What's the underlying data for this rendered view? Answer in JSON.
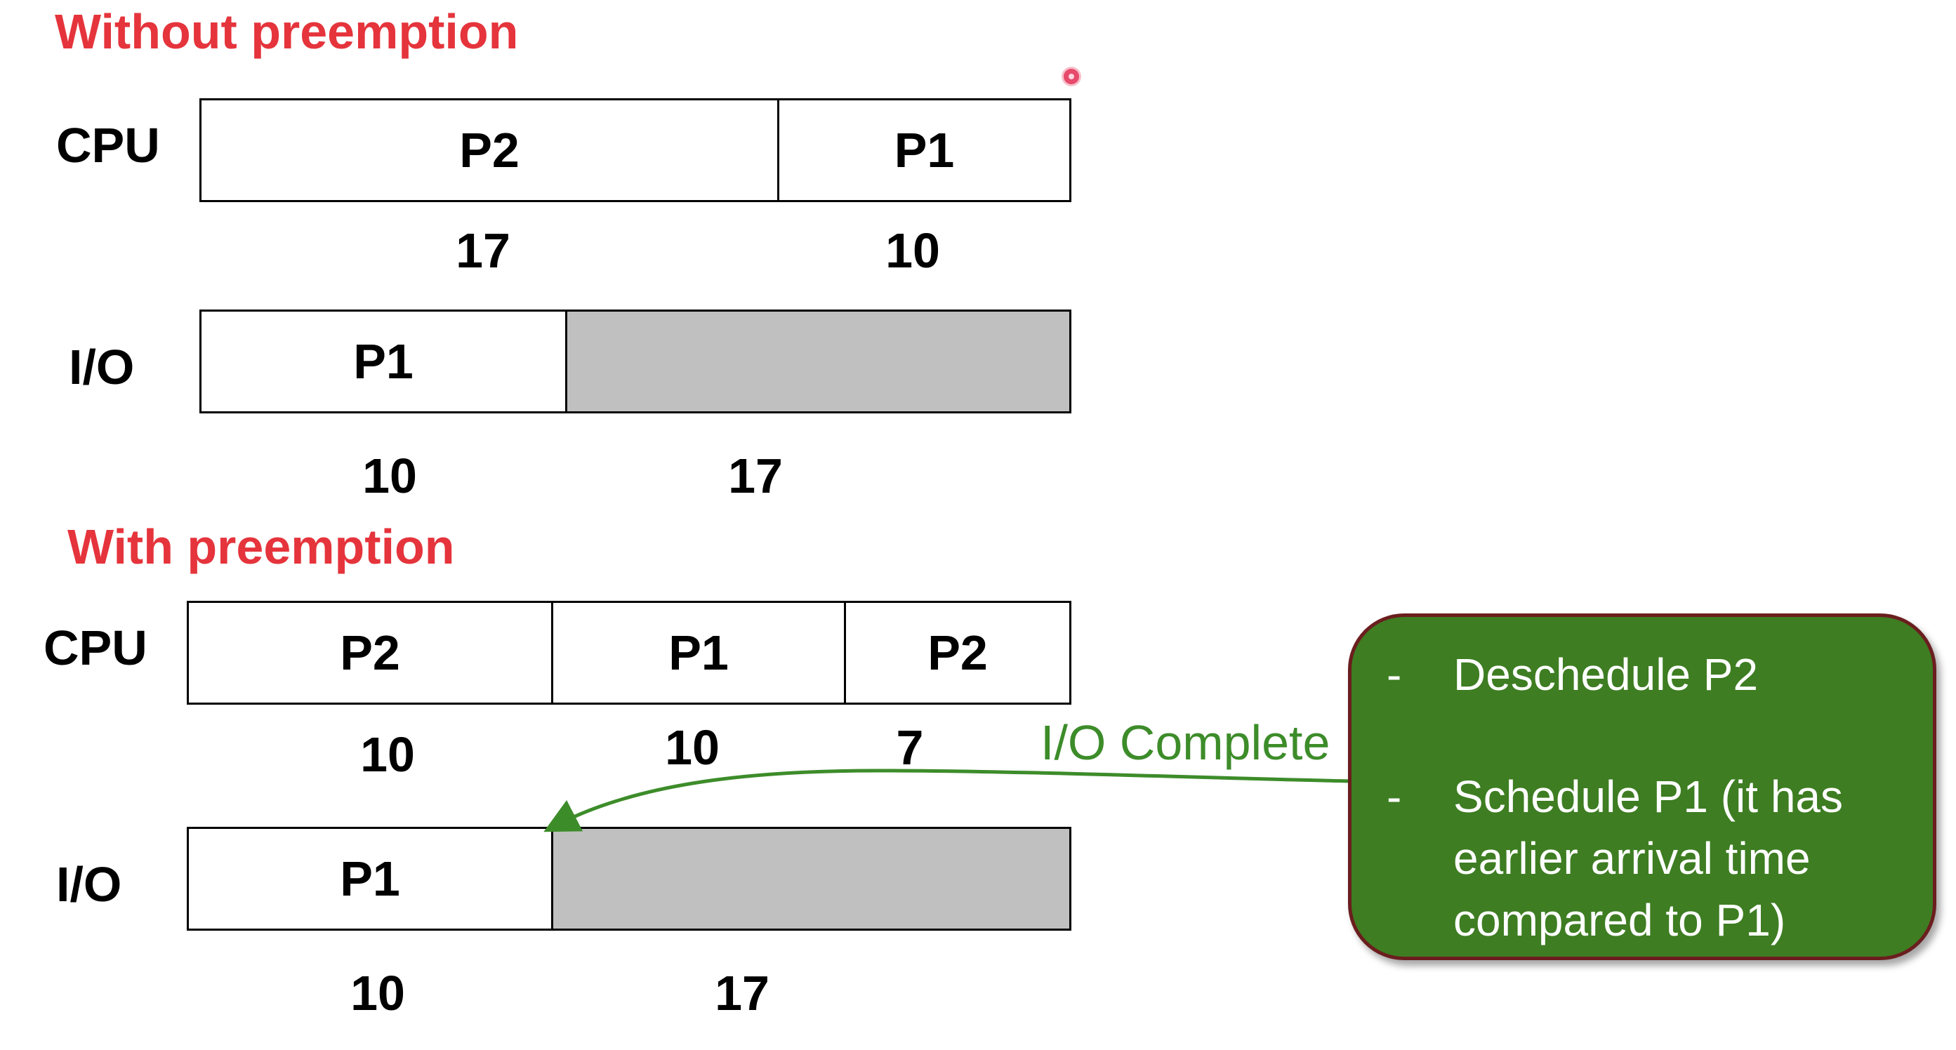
{
  "without": {
    "heading": "Without preemption",
    "cpu": {
      "label": "CPU",
      "segments": [
        "P2",
        "P1"
      ],
      "durations": [
        "17",
        "10"
      ]
    },
    "io": {
      "label": "I/O",
      "segments": [
        "P1",
        ""
      ],
      "durations": [
        "10",
        "17"
      ]
    }
  },
  "with": {
    "heading": "With preemption",
    "cpu": {
      "label": "CPU",
      "segments": [
        "P2",
        "P1",
        "P2"
      ],
      "durations": [
        "10",
        "10",
        "7"
      ]
    },
    "io": {
      "label": "I/O",
      "segments": [
        "P1",
        ""
      ],
      "durations": [
        "10",
        "17"
      ]
    }
  },
  "annotation": {
    "event_label": "I/O Complete",
    "arrow_color": "#3d8c2a",
    "callout": {
      "bullets": [
        {
          "marker": "-",
          "text": "Deschedule P2"
        },
        {
          "marker": "-",
          "text": "Schedule P1 (it has earlier arrival time compared to P1)"
        }
      ],
      "background": "#3e7d22",
      "border": "#6b1e1e"
    }
  },
  "colors": {
    "heading": "#e5343c",
    "idle_fill": "#c0c0c0"
  }
}
